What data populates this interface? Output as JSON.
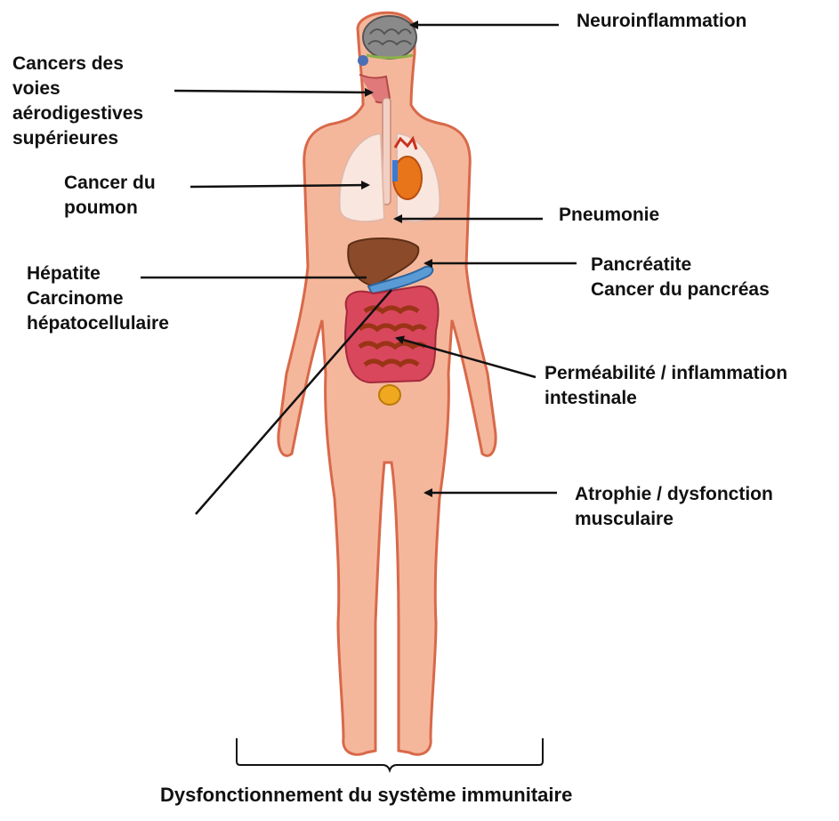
{
  "labels": {
    "neuro": [
      "Neuroinflammation"
    ],
    "vads": [
      "Cancers des",
      "voies",
      "aérodigestives",
      "supérieures"
    ],
    "poumon": [
      "Cancer du",
      "poumon"
    ],
    "pneumonie": [
      "Pneumonie"
    ],
    "hepatite": [
      "Hépatite",
      "Carcinome",
      "hépatocellulaire"
    ],
    "pancreas": [
      "Pancréatite",
      "Cancer du pancréas"
    ],
    "intestin": [
      "Perméabilité / inflammation",
      "intestinale"
    ],
    "muscle": [
      "Atrophie / dysfonction",
      "musculaire"
    ],
    "immunitaire": [
      "Dysfonctionnement du système immunitaire"
    ]
  },
  "colors": {
    "skin": "#f5b79b",
    "skin_outline": "#d8694a",
    "lung": "#f9e6df",
    "liver": "#8b4a2a",
    "heart": "#e8751a",
    "intestine": "#d9475c",
    "small_intestine": "#c4502a",
    "bladder": "#f0a820",
    "brain": "#8a8a8a",
    "pancreas": "#5b9bd5",
    "arrow": "#111111"
  }
}
